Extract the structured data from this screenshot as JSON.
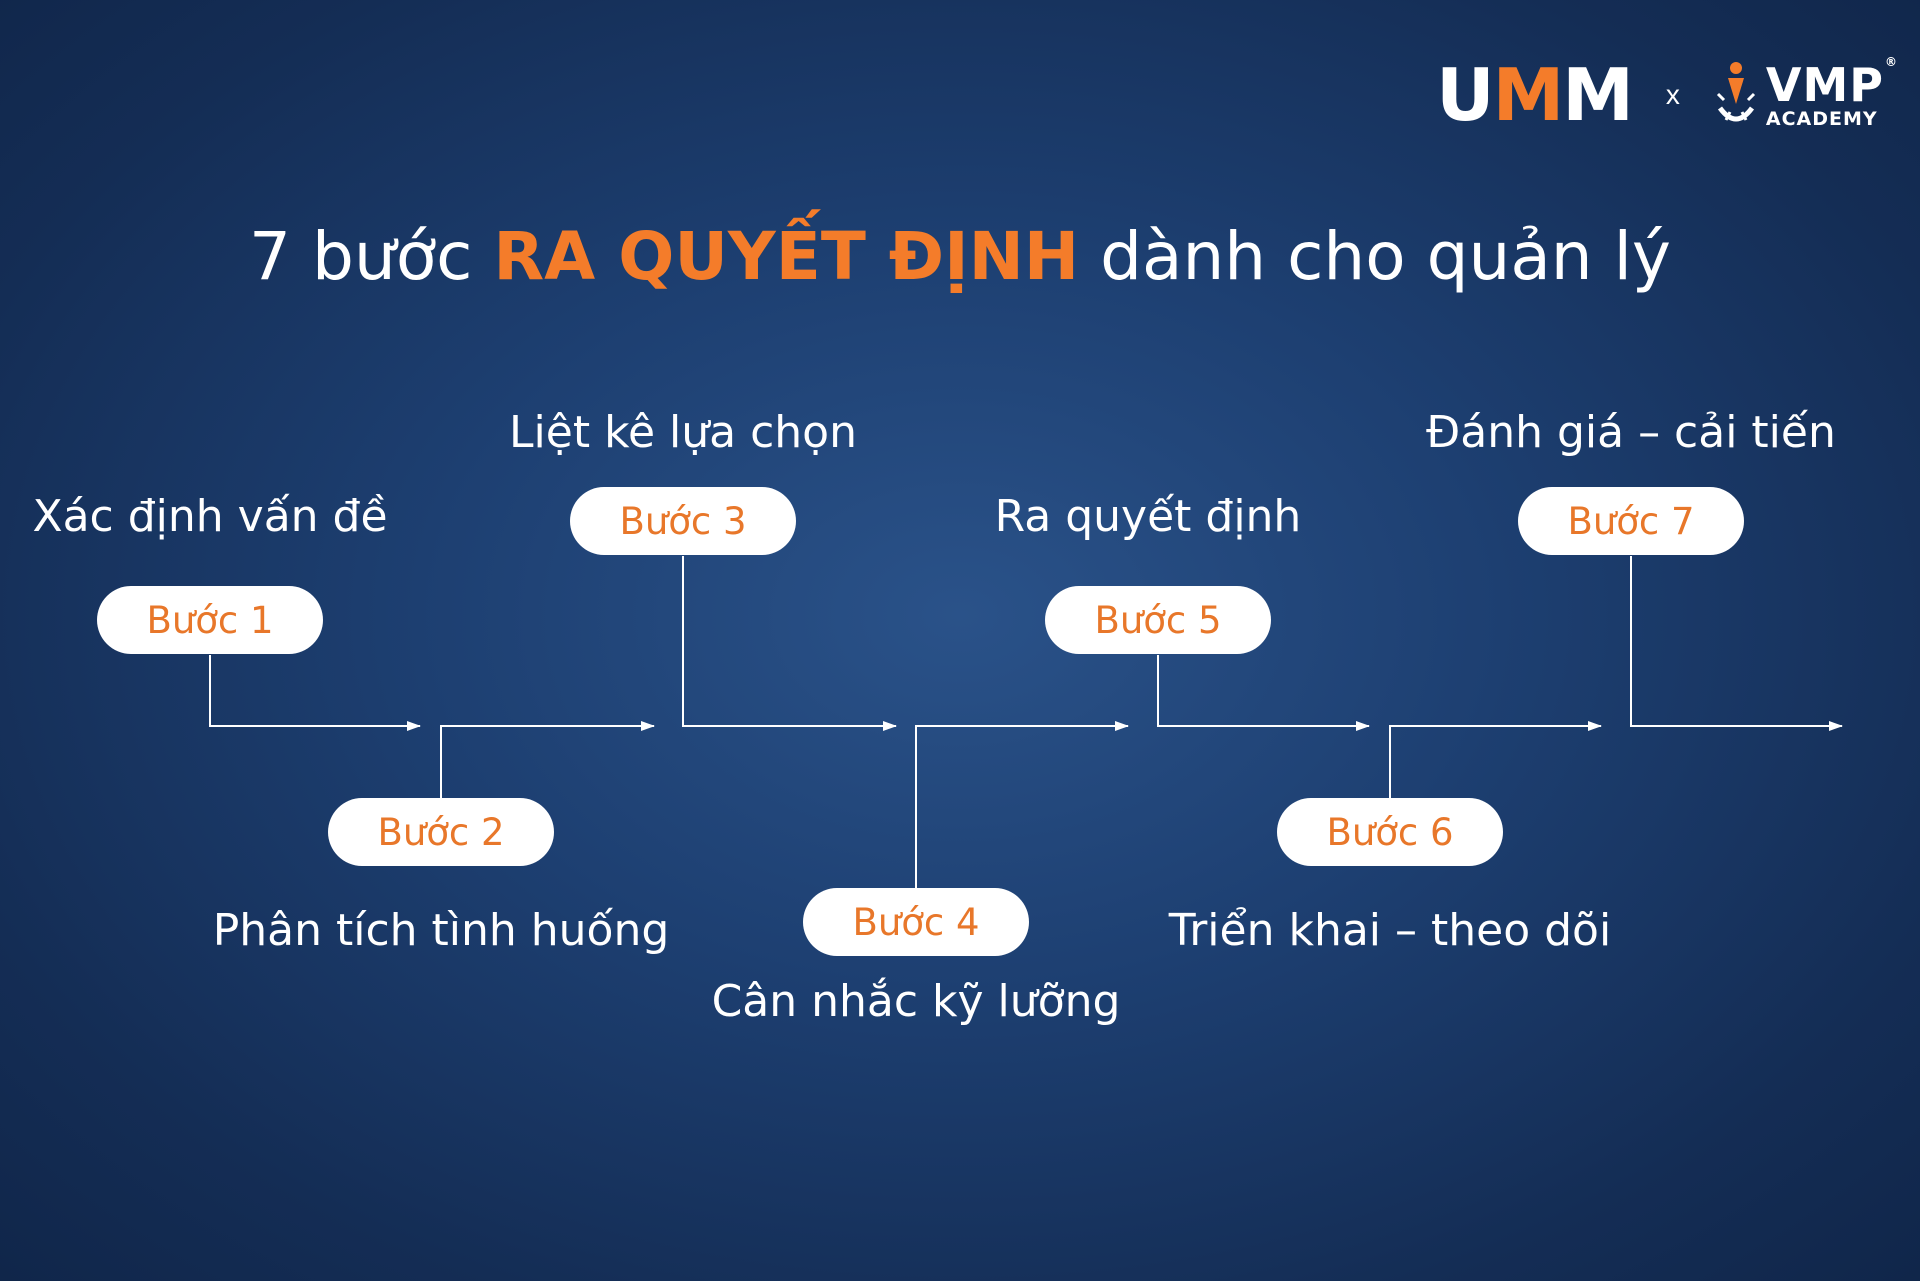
{
  "brand": {
    "logo_left": "UMM",
    "separator": "x",
    "logo_right_main": "VMP",
    "logo_right_mark": "®",
    "logo_right_sub": "ACADEMY",
    "accent_color": "#f47c2a"
  },
  "title": {
    "prefix": "7 bước",
    "highlight": "RA QUYẾT ĐỊNH",
    "suffix": "dành cho quản lý"
  },
  "steps": [
    {
      "badge": "Bước 1",
      "label": "Xác định vấn đề"
    },
    {
      "badge": "Bước 2",
      "label": "Phân tích tình huống"
    },
    {
      "badge": "Bước 3",
      "label": "Liệt kê lựa chọn"
    },
    {
      "badge": "Bước 4",
      "label": "Cân nhắc kỹ lưỡng"
    },
    {
      "badge": "Bước 5",
      "label": "Ra quyết định"
    },
    {
      "badge": "Bước 6",
      "label": "Triển khai – theo dõi"
    },
    {
      "badge": "Bước 7",
      "label": "Đánh giá – cải tiến"
    }
  ]
}
